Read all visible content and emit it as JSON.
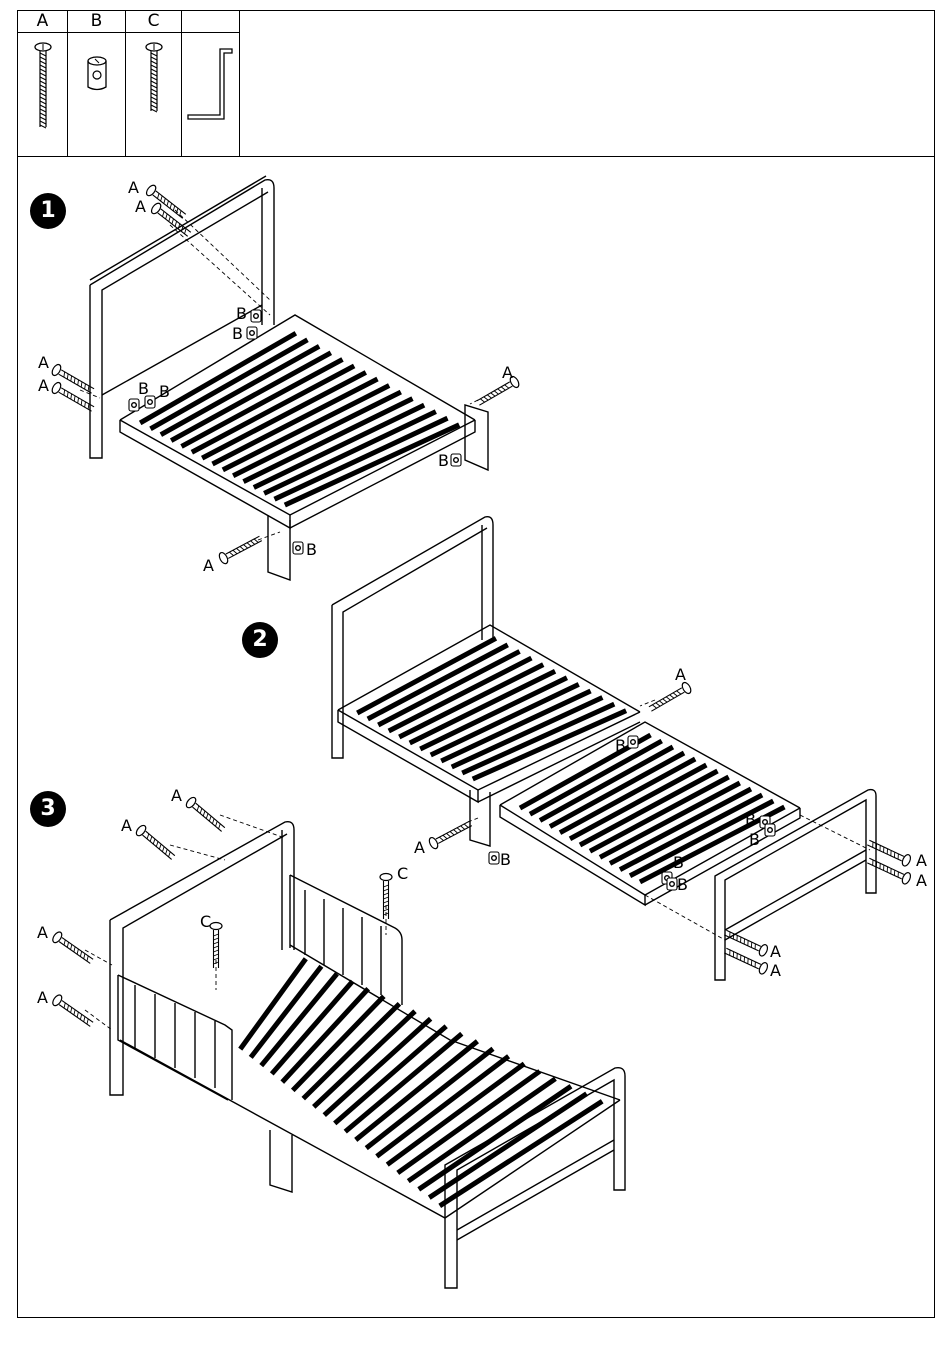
{
  "parts": [
    {
      "label": "A",
      "icon": "long-bolt-icon"
    },
    {
      "label": "B",
      "icon": "barrel-nut-icon"
    },
    {
      "label": "C",
      "icon": "short-bolt-icon"
    },
    {
      "label": "",
      "icon": "allen-key-icon"
    }
  ],
  "steps": [
    "1",
    "2",
    "3"
  ],
  "callouts": {
    "bolt": "A",
    "nut": "B",
    "screw": "C"
  }
}
